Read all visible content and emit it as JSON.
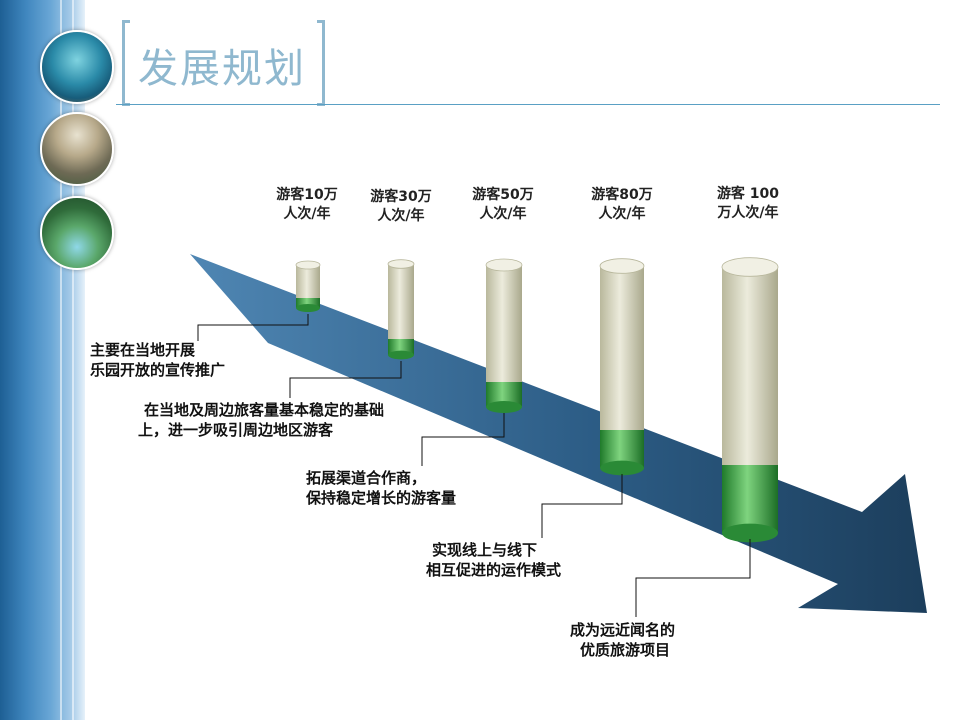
{
  "title": "发展规划",
  "stages": [
    {
      "visitors_line1": "游客10万",
      "visitors_line2": "人次/年",
      "text_line1": "主要在当地开展",
      "text_line2": "乐园开放的宣传推广"
    },
    {
      "visitors_line1": "游客30万",
      "visitors_line2": "人次/年",
      "text_line1": "在当地及周边旅客量基本稳定的基础",
      "text_line2": "上，进一步吸引周边地区游客"
    },
    {
      "visitors_line1": "游客50万",
      "visitors_line2": "人次/年",
      "text_line1": "拓展渠道合作商，",
      "text_line2": "保持稳定增长的游客量"
    },
    {
      "visitors_line1": "游客80万",
      "visitors_line2": "人次/年",
      "text_line1": "实现线上与线下",
      "text_line2": "相互促进的运作模式"
    },
    {
      "visitors_line1": "游客 100",
      "visitors_line2": "万人次/年",
      "text_line1": "成为远近闻名的",
      "text_line2": "优质旅游项目"
    }
  ],
  "colors": {
    "accent": "#8fb8cf",
    "arrow_dark": "#1c3e5c",
    "cylinder_green": "#2e9a3c",
    "cylinder_beige": "#d9d8c2"
  }
}
